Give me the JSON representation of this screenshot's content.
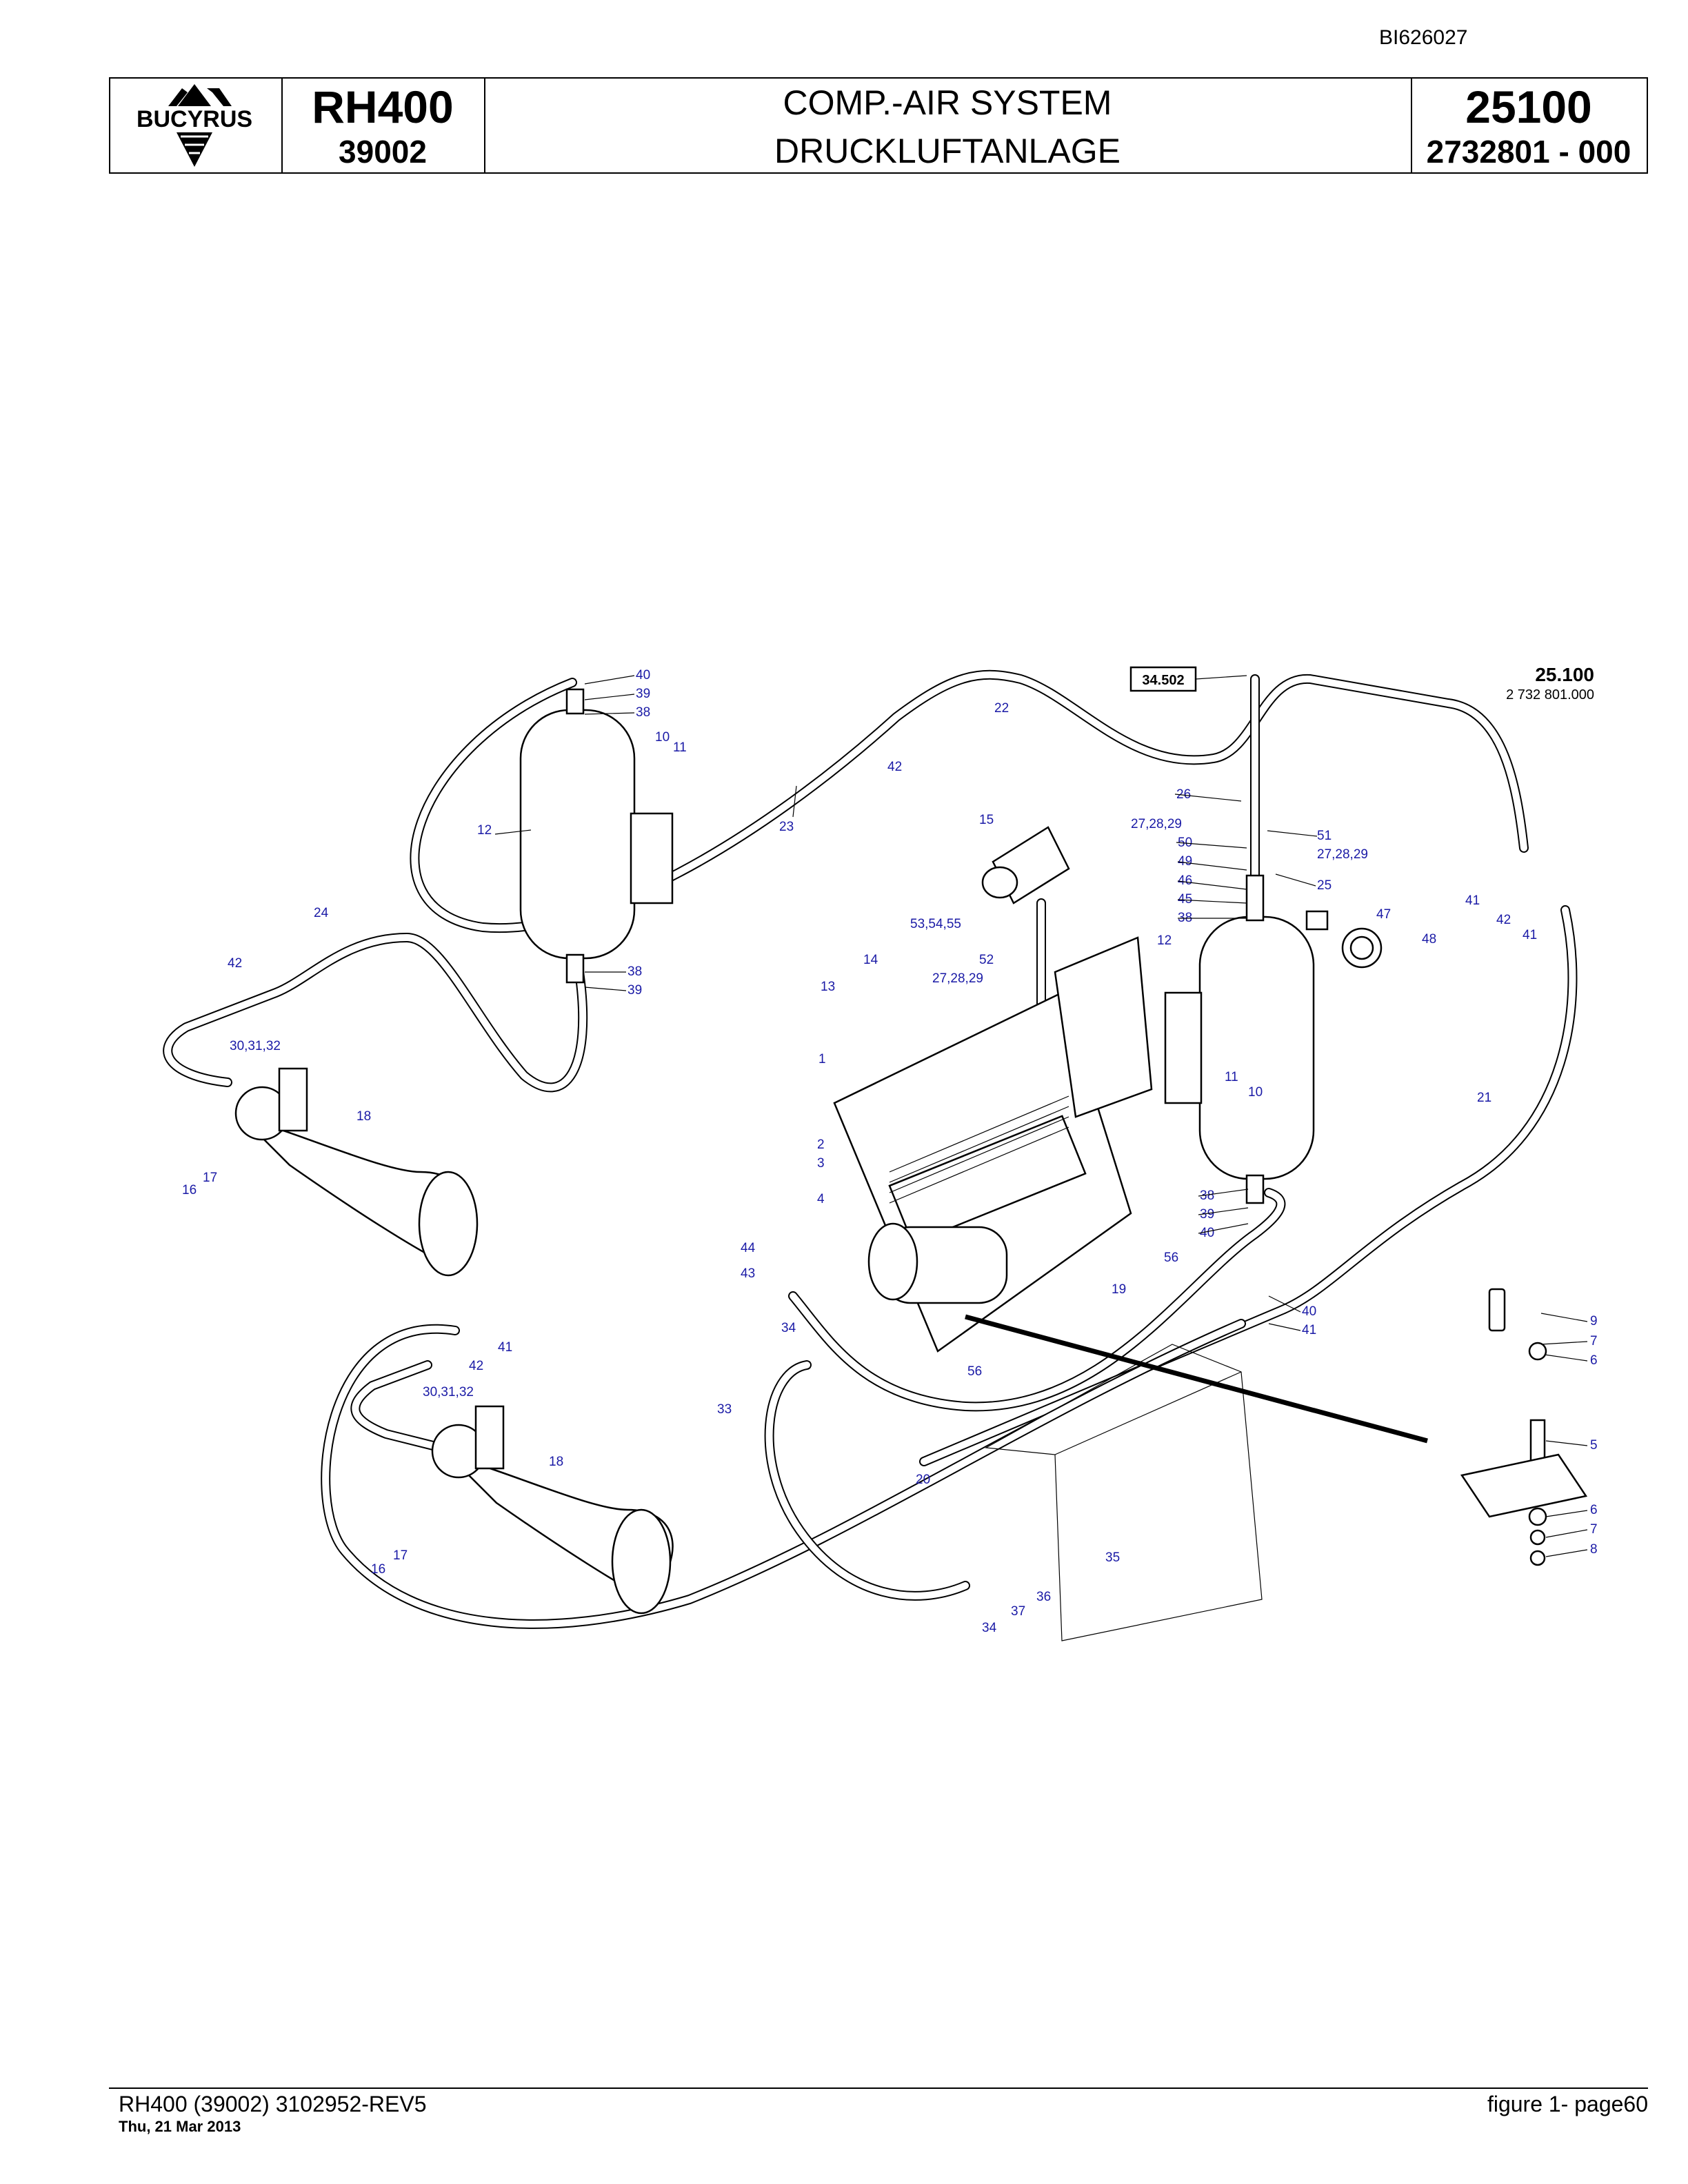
{
  "doc_id": "BI626027",
  "header": {
    "logo_text": "BUCYRUS",
    "model": "RH400",
    "model_code": "39002",
    "title_en": "COMP.-AIR SYSTEM",
    "title_de": "DRUCKLUFTANLAGE",
    "group_no": "25100",
    "part_no": "2732801  - 000"
  },
  "diagram": {
    "ref_box": "34.502",
    "ref_group": "25.100",
    "ref_part": "2 732 801.000",
    "callouts": [
      {
        "t": "40"
      },
      {
        "t": "39"
      },
      {
        "t": "38"
      },
      {
        "t": "10"
      },
      {
        "t": "11"
      },
      {
        "t": "12"
      },
      {
        "t": "23"
      },
      {
        "t": "22"
      },
      {
        "t": "42"
      },
      {
        "t": "38"
      },
      {
        "t": "39"
      },
      {
        "t": "24"
      },
      {
        "t": "42"
      },
      {
        "t": "30,31,32"
      },
      {
        "t": "18"
      },
      {
        "t": "16"
      },
      {
        "t": "17"
      },
      {
        "t": "15"
      },
      {
        "t": "53,54,55"
      },
      {
        "t": "14"
      },
      {
        "t": "13"
      },
      {
        "t": "52"
      },
      {
        "t": "27,28,29"
      },
      {
        "t": "1"
      },
      {
        "t": "2"
      },
      {
        "t": "3"
      },
      {
        "t": "4"
      },
      {
        "t": "44"
      },
      {
        "t": "43"
      },
      {
        "t": "34"
      },
      {
        "t": "26"
      },
      {
        "t": "27,28,29"
      },
      {
        "t": "51"
      },
      {
        "t": "50"
      },
      {
        "t": "27,28,29"
      },
      {
        "t": "49"
      },
      {
        "t": "46"
      },
      {
        "t": "25"
      },
      {
        "t": "45"
      },
      {
        "t": "38"
      },
      {
        "t": "47"
      },
      {
        "t": "48"
      },
      {
        "t": "12"
      },
      {
        "t": "11"
      },
      {
        "t": "10"
      },
      {
        "t": "38"
      },
      {
        "t": "39"
      },
      {
        "t": "40"
      },
      {
        "t": "56"
      },
      {
        "t": "19"
      },
      {
        "t": "40"
      },
      {
        "t": "41"
      },
      {
        "t": "56"
      },
      {
        "t": "41"
      },
      {
        "t": "42"
      },
      {
        "t": "41"
      },
      {
        "t": "21"
      },
      {
        "t": "41"
      },
      {
        "t": "42"
      },
      {
        "t": "30,31,32"
      },
      {
        "t": "33"
      },
      {
        "t": "18"
      },
      {
        "t": "20"
      },
      {
        "t": "16"
      },
      {
        "t": "17"
      },
      {
        "t": "35"
      },
      {
        "t": "36"
      },
      {
        "t": "37"
      },
      {
        "t": "34"
      },
      {
        "t": "9"
      },
      {
        "t": "7"
      },
      {
        "t": "6"
      },
      {
        "t": "5"
      },
      {
        "t": "6"
      },
      {
        "t": "7"
      },
      {
        "t": "8"
      }
    ]
  },
  "footer": {
    "doc_ref": "RH400 (39002) 3102952-REV5",
    "date": "Thu, 21 Mar 2013",
    "page": "figure  1- page60"
  }
}
